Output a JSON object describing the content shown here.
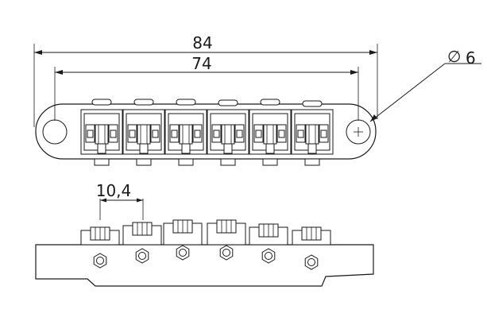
{
  "dimensions": {
    "overall_length": "84",
    "post_spacing": "74",
    "post_hole_diameter_symbol": "∅",
    "post_hole_diameter": "6",
    "saddle_spacing": "10,4"
  },
  "saddle_count": 6
}
